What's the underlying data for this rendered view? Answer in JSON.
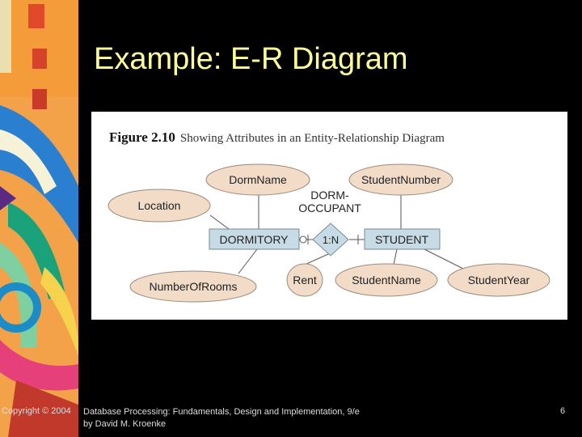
{
  "slide": {
    "title": "Example: E-R Diagram",
    "page_number": "6"
  },
  "figure": {
    "number": "Figure 2.10",
    "caption": "Showing Attributes in an Entity-Relationship Diagram",
    "entities": [
      "DORMITORY",
      "STUDENT"
    ],
    "relationship": {
      "name_line1": "DORM-",
      "name_line2": "OCCUPANT",
      "cardinality": "1:N"
    },
    "attributes": {
      "dorm_name": "DormName",
      "location": "Location",
      "number_of_rooms": "NumberOfRooms",
      "rent": "Rent",
      "student_number": "StudentNumber",
      "student_name": "StudentName",
      "student_year": "StudentYear"
    }
  },
  "footer": {
    "copyright": "Copyright © 2004",
    "book_line1": "Database Processing: Fundamentals, Design and Implementation, 9/e",
    "book_line2": "by David M. Kroenke"
  },
  "colors": {
    "title": "#ffff99",
    "entity_fill": "#c7dbe6",
    "attribute_fill": "#f2dcc8",
    "background": "#000000"
  }
}
